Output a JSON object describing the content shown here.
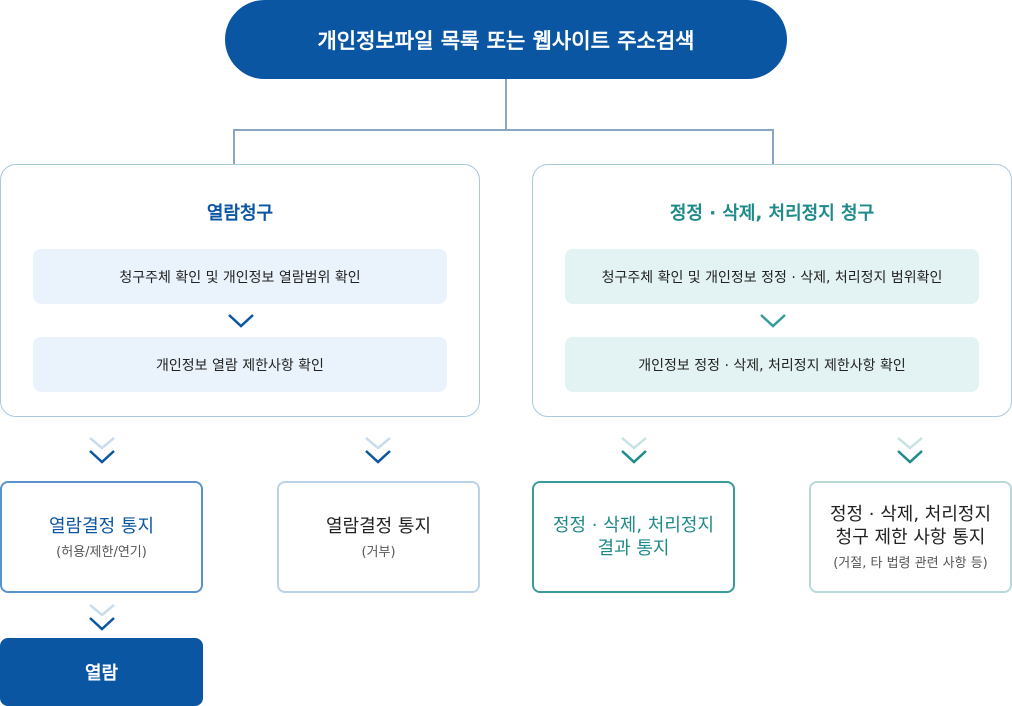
{
  "top": {
    "label": "개인정보파일 목록 또는 웹사이트 주소검색"
  },
  "left_panel": {
    "title": "열람청구",
    "step1": "청구주체 확인 및 개인정보 열람범위 확인",
    "step2": "개인정보 열람 제한사항 확인"
  },
  "right_panel": {
    "title": "정정 · 삭제, 처리정지 청구",
    "step1": "청구주체 확인 및 개인정보 정정 · 삭제, 처리정지 범위확인",
    "step2": "개인정보 정정 · 삭제, 처리정지 제한사항 확인"
  },
  "outcomes": [
    {
      "line1": "열람결정 통지",
      "note": "(허용/제한/연기)"
    },
    {
      "line1": "열람결정 통지",
      "note": "(거부)"
    },
    {
      "line1": "정정 · 삭제, 처리정지",
      "line2": "결과 통지"
    },
    {
      "line1": "정정 · 삭제, 처리정지",
      "line2": "청구 제한 사항 통지",
      "note": "(거절, 타 법령 관련 사항 등)"
    }
  ],
  "final": {
    "label": "열람"
  },
  "colors": {
    "navy": "#0a56a3",
    "teal": "#1f8a8a",
    "line": "#8aa6c4"
  }
}
